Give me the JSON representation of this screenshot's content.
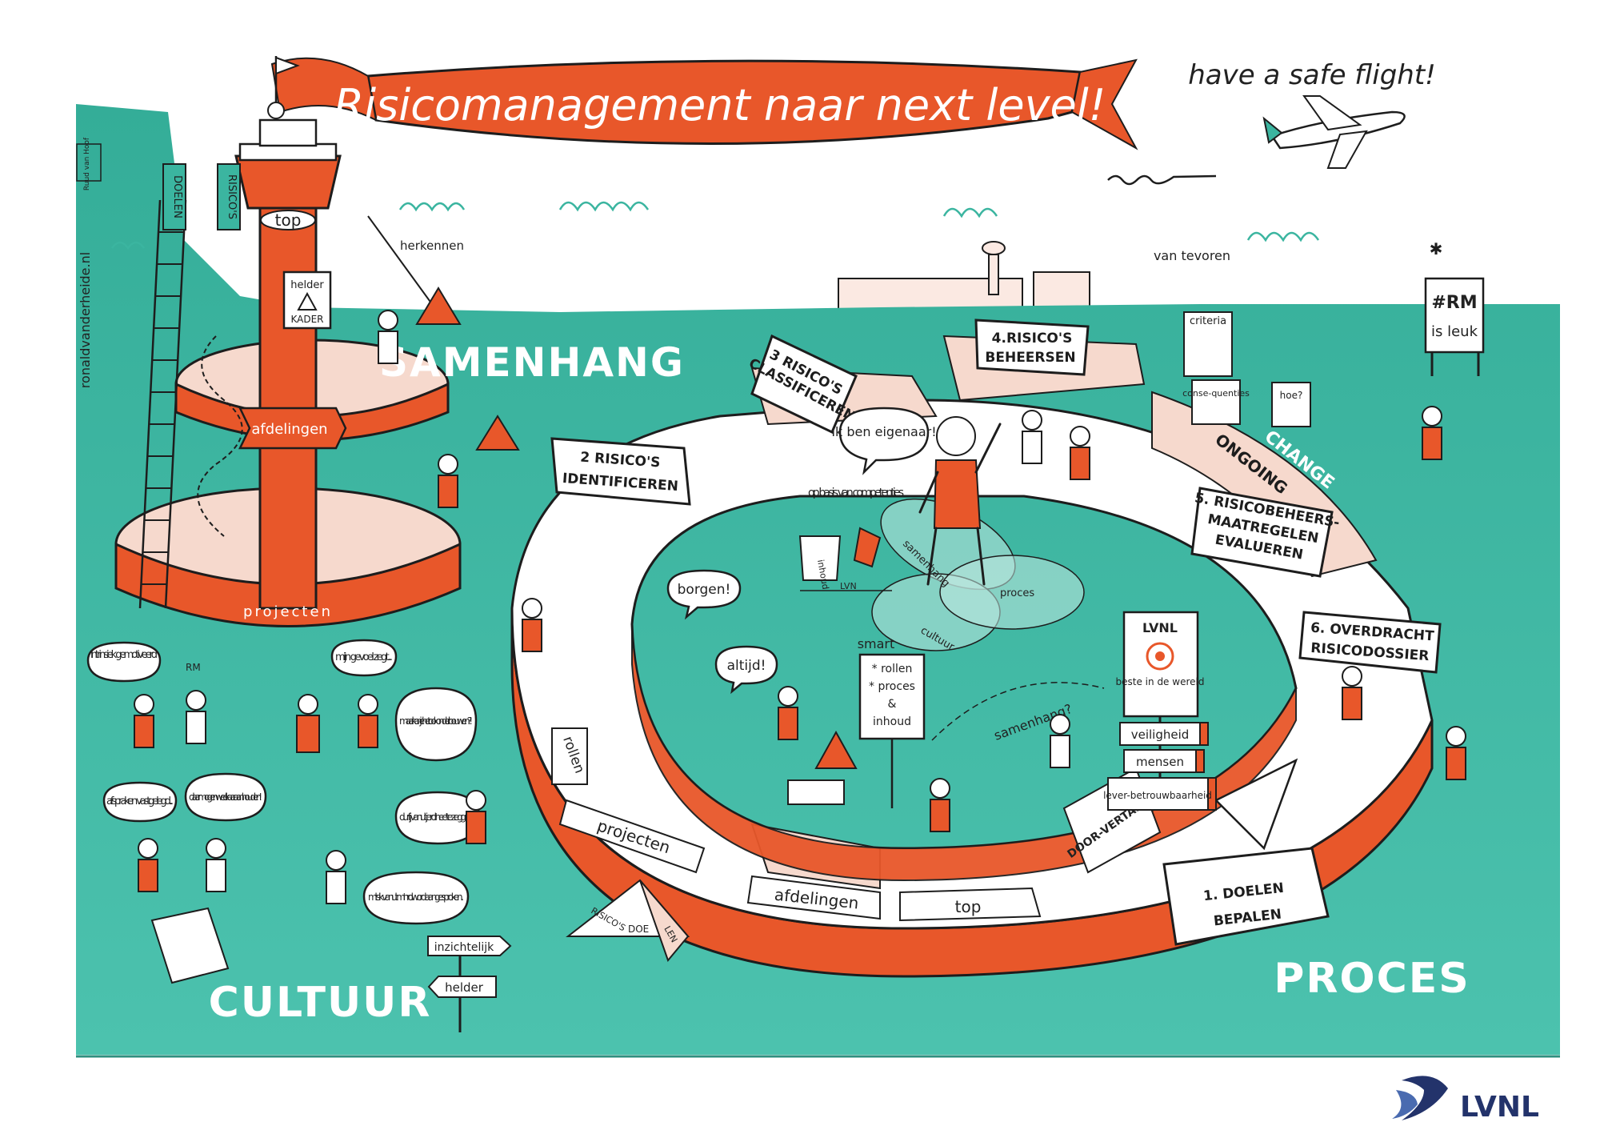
{
  "banner": {
    "title": "Risicomanagement naar next level!"
  },
  "tagline": "have a safe flight!",
  "signature": "ronaldvanderheide.nl",
  "artist_mark": "Ruud van Hoof",
  "sections": {
    "samenhang": "SAMENHANG",
    "cultuur": "CULTUUR",
    "proces": "PROCES"
  },
  "tower": {
    "ladder_labels": [
      "DOELEN",
      "RISICO'S"
    ],
    "top": "top",
    "helder": "helder",
    "kader": "KADER",
    "afdelingen": "afdelingen",
    "projecten": "projecten",
    "herkennen": "herkennen"
  },
  "steps": [
    {
      "num": "1.",
      "label": "DOELEN BEPALEN",
      "line1": "1. DOELEN",
      "line2": "BEPALEN"
    },
    {
      "num": "2",
      "line1": "2 RISICO'S",
      "line2": "IDENTIFICEREN"
    },
    {
      "num": "3",
      "line1": "3 RISICO'S",
      "line2": "CLASSIFICEREN"
    },
    {
      "num": "4",
      "line1": "4.RISICO'S",
      "line2": "BEHEERSEN"
    },
    {
      "num": "5",
      "line1": "5. RISICOBEHEERS-",
      "line2": "MAATREGELEN",
      "line3": "EVALUEREN"
    },
    {
      "num": "6",
      "line1": "6. OVERDRACHT",
      "line2": "RISICODOSSIER"
    }
  ],
  "ring_labels": {
    "projecten": "projecten",
    "afdelingen": "afdelingen",
    "top": "top",
    "doorvertalen": "DOOR-VERTALEN",
    "rollen": "rollen",
    "change": "CHANGE",
    "ongoing": "ONGOING"
  },
  "bubbles": {
    "eigenaar": "Ik ben eigenaar!",
    "borgen": "borgen!",
    "altijd": "altijd!",
    "intrinsiek": "intrinsiek gemotiveerd",
    "gevoel": "mijn gevoel zegt...",
    "onderbouwen": "maar kan je het ook onderbouwen?!",
    "afspraken": "afspraken vastgelegd...",
    "houden": "daar mogen we elkaar aan houden!",
    "durf": "durf jij vanuit je rol 'nee' te zeggen?",
    "aangesproken": "mits ik vanuit m'n rol word aangesproken..."
  },
  "center": {
    "op_basis": "op basis van competenties",
    "inhoud": "inhoud",
    "lvn": "LVN",
    "venn": [
      "samenhang",
      "cultuur",
      "proces"
    ],
    "smart_title": "smart",
    "smart_items": [
      "* rollen",
      "* proces",
      "&",
      "inhoud"
    ],
    "samenhang_q": "samenhang?"
  },
  "lvnl_board": {
    "brand": "LVNL",
    "motto": "beste in de wereld",
    "values": [
      "veiligheid",
      "mensen",
      "lever-betrouwbaarheid"
    ]
  },
  "misc": {
    "van_tevoren": "van tevoren",
    "criteria": "criteria",
    "consequenties": "conse-quenties",
    "hoe": "hoe?",
    "rm_sign": [
      "#RM",
      "is leuk"
    ],
    "rm_flag": "RM",
    "signpost": [
      "inzichtelijk",
      "helder"
    ],
    "pyramid": [
      "RISICO'S",
      "DOE",
      "LEN"
    ]
  },
  "logo": {
    "text": "LVNL"
  },
  "colors": {
    "teal": "#3bb5a0",
    "orange": "#e8572a",
    "ink": "#1d1d1d",
    "paper": "#ffffff",
    "blush": "#f6d9cd",
    "navy": "#23336b"
  }
}
